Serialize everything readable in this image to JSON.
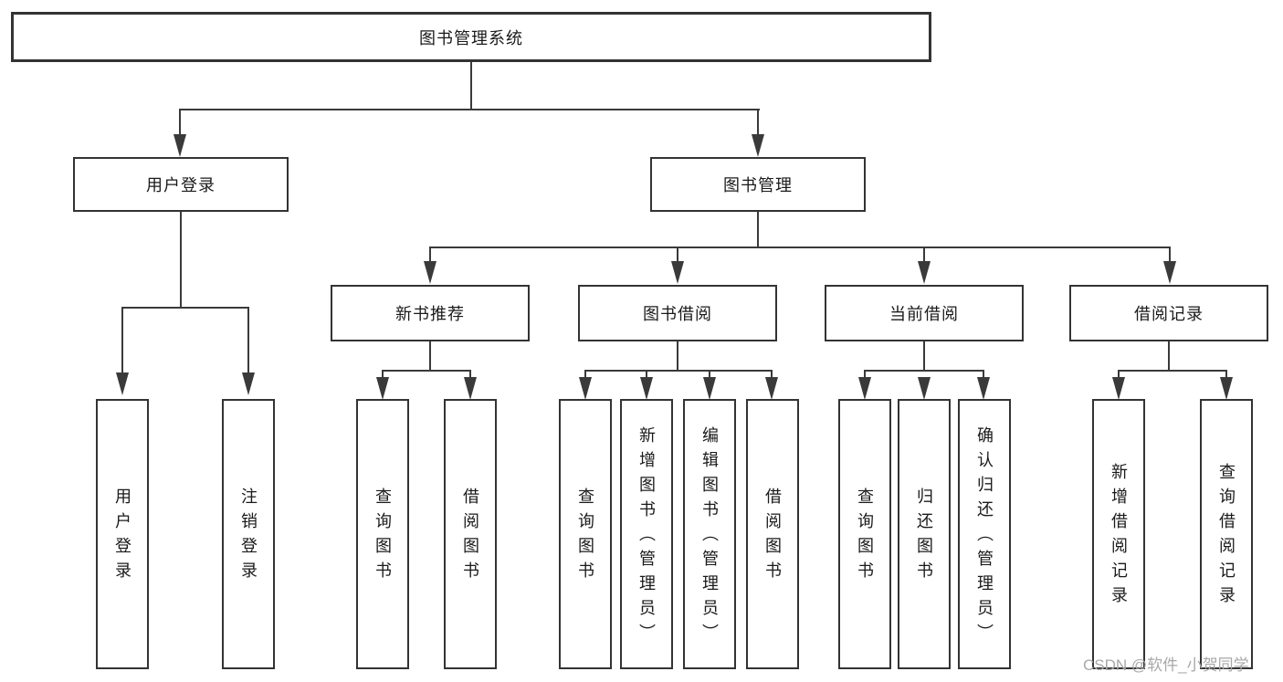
{
  "diagram_title": "图书管理系统",
  "watermark": "CSDN @软件_小贺同学",
  "colors": {
    "line": "#3a3a3a",
    "box_border": "#333333",
    "box_fill": "#ffffff",
    "text": "#1a1a1a",
    "watermark": "#a8a8a8",
    "background": "#ffffff"
  },
  "tree": {
    "label": "图书管理系统",
    "children": [
      {
        "label": "用户登录",
        "children": [
          {
            "label": "用户登录"
          },
          {
            "label": "注销登录"
          }
        ]
      },
      {
        "label": "图书管理",
        "children": [
          {
            "label": "新书推荐",
            "children": [
              {
                "label": "查询图书"
              },
              {
                "label": "借阅图书"
              }
            ]
          },
          {
            "label": "图书借阅",
            "children": [
              {
                "label": "查询图书"
              },
              {
                "label": "新增图书（管理员）"
              },
              {
                "label": "编辑图书（管理员）"
              },
              {
                "label": "借阅图书"
              }
            ]
          },
          {
            "label": "当前借阅",
            "children": [
              {
                "label": "查询图书"
              },
              {
                "label": "归还图书"
              },
              {
                "label": "确认归还（管理员）"
              }
            ]
          },
          {
            "label": "借阅记录",
            "children": [
              {
                "label": "新增借阅记录"
              },
              {
                "label": "查询借阅记录"
              }
            ]
          }
        ]
      }
    ]
  }
}
